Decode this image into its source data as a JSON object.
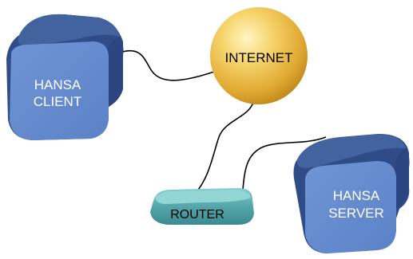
{
  "nodes": {
    "client": {
      "line1": "HANSA",
      "line2": "CLIENT"
    },
    "internet": {
      "label": "INTERNET"
    },
    "router": {
      "label": "ROUTER"
    },
    "server": {
      "line1": "HANSA",
      "line2": "SERVER"
    }
  },
  "colors": {
    "box_front": "#6a8fd0",
    "box_top": "#3f5f9e",
    "box_side": "#2e4a86",
    "globe_light": "#fff3b8",
    "globe_mid": "#f2c550",
    "globe_dark": "#c8921c",
    "router_body": "#4fa3a8",
    "router_top": "#7cc6c8",
    "cable": "#000000"
  },
  "connections": [
    {
      "from": "client",
      "to": "internet"
    },
    {
      "from": "internet",
      "to": "router"
    },
    {
      "from": "router",
      "to": "server"
    }
  ]
}
